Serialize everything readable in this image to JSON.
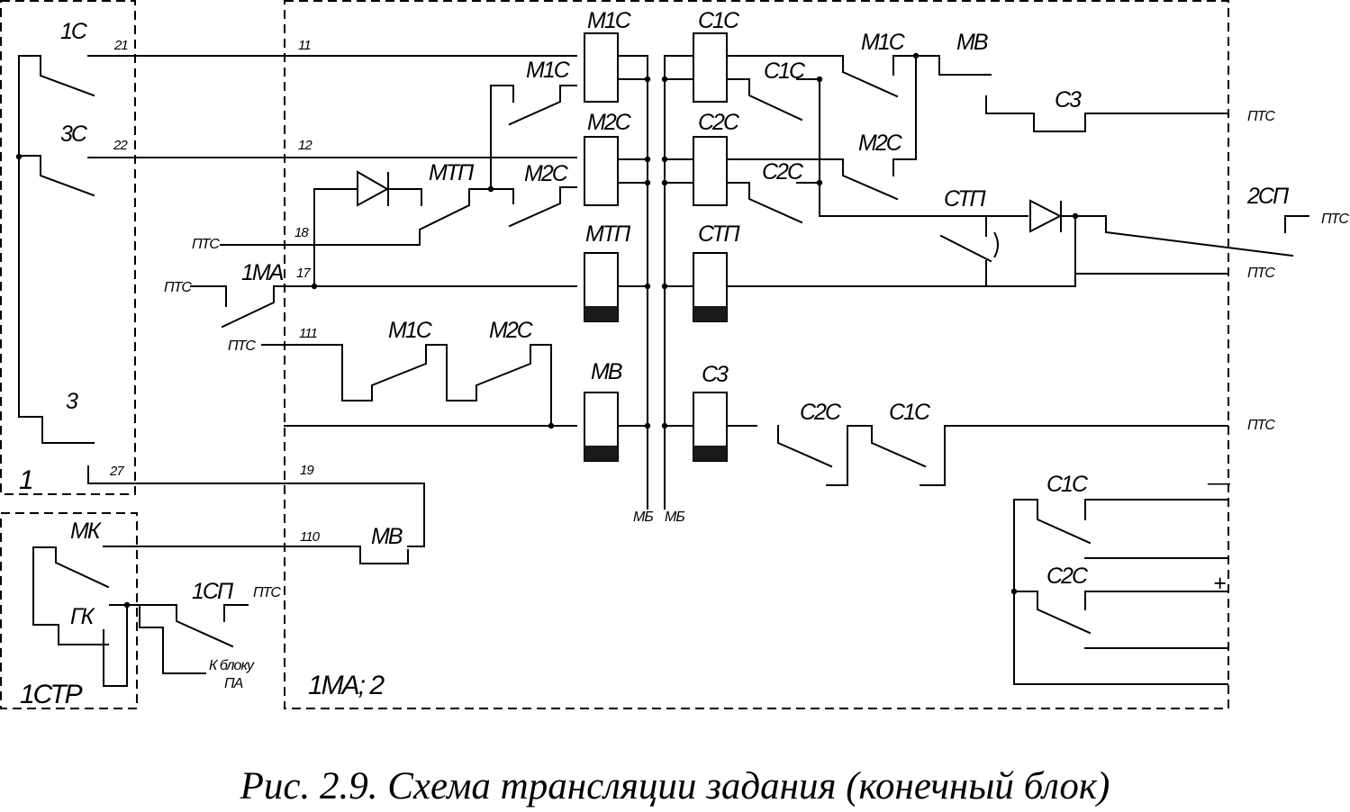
{
  "blocks": {
    "b1": "1",
    "b1ctp": "1СТР",
    "b1ma": "1МА; 2"
  },
  "labels": {
    "c1s": "1С",
    "c3s": "3С",
    "c3": "3",
    "mk": "МК",
    "gk": "ГК",
    "c1sp": "1СП",
    "m1s_coil": "М1С",
    "m2s_coil": "М2С",
    "mtp_coil": "МТП",
    "mv_coil": "МВ",
    "s1s_coil": "С1С",
    "s2s_coil": "С2С",
    "stp_coil": "СТП",
    "s3_coil": "С3",
    "m1s_k1": "М1С",
    "m2s_k1": "М2С",
    "mtp_k1": "МТП",
    "ma1": "1МА",
    "m1s_k2": "М1С",
    "m2s_k2": "М2С",
    "s1s_k1": "С1С",
    "s2s_k1": "С2С",
    "m1s_k3": "М1С",
    "mv_k1": "МВ",
    "m2s_k3": "М2С",
    "s3_k1": "С3",
    "stp_k1": "СТП",
    "c2sp": "2СП",
    "s2s_k2": "С2С",
    "s1s_k2": "С1С",
    "mv_k2": "МВ",
    "s1s_k3": "С1С",
    "s2s_k3": "С2С",
    "minus": "—",
    "plus": "+"
  },
  "wires": {
    "n21": "21",
    "n22": "22",
    "n27": "27",
    "n11": "11",
    "n12": "12",
    "n18": "18",
    "n17": "17",
    "n111": "111",
    "n19": "19",
    "n110": "110",
    "mb1": "МБ",
    "mb2": "МБ",
    "pts_18": "ПТС",
    "pts_17": "ПТС",
    "pts_111": "ПТС",
    "pts_1sp": "ПТС",
    "pts_r1": "ПТС",
    "pts_r2": "ПТС",
    "pts_r3": "ПТС",
    "pts_2sp": "ПТС",
    "to_block_1": "К блоку",
    "to_block_2": "ПА"
  },
  "caption": "Рис. 2.9. Схема трансляции задания (конечный блок)"
}
